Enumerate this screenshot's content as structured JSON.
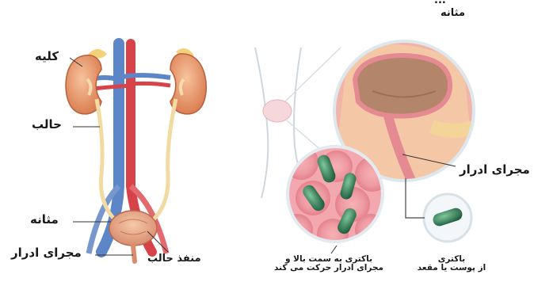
{
  "left_diagram": {
    "labels": {
      "kidney": "کلیه",
      "ureter": "حالب",
      "bladder": "مثانه",
      "urethra": "مجرای ادرار",
      "ureter_orifice": "منفذ حالب"
    }
  },
  "right_diagram": {
    "labels": {
      "top_cut": "...",
      "bladder": "مثانه",
      "urethra": "مجرای ادرار",
      "bacteria_upward_1": "باکتری به سمت بالا و",
      "bacteria_upward_2": "مجرای ادرار حرکت می کند",
      "bacteria_source_1": "باکتری",
      "bacteria_source_2": "از پوست یا مقعد"
    }
  },
  "colors": {
    "kidney": "#e99567",
    "ureter": "#f2dba3",
    "vein": "#5d86c8",
    "artery": "#d8434a",
    "bladder_wall": "#e89a86",
    "bacteria": "#2f7a55",
    "tissue_pink": "#f2a7b0"
  }
}
